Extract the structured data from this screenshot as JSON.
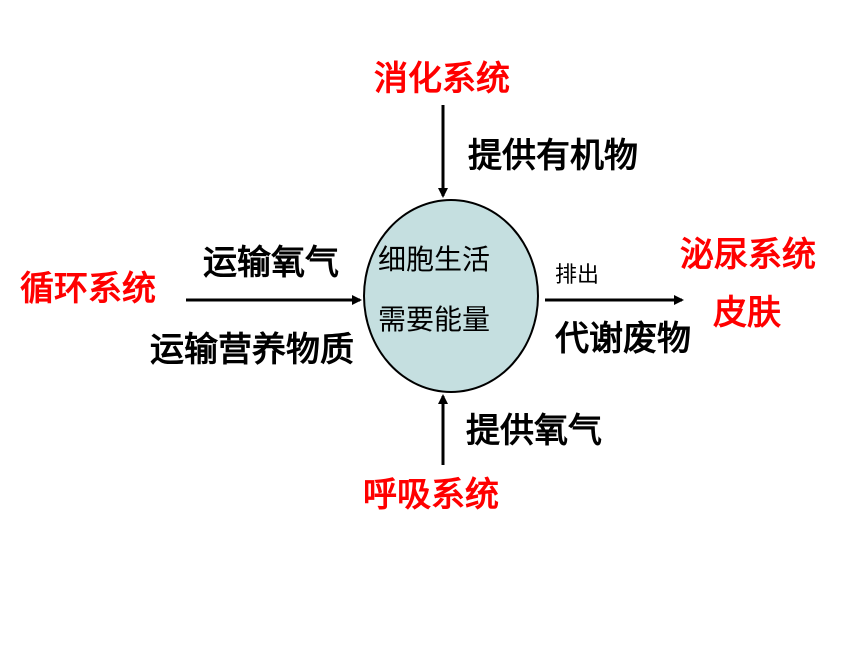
{
  "nodes": {
    "digestive": "消化系统",
    "circulatory": "循环系统",
    "urinary": "泌尿系统",
    "skin": "皮肤",
    "respiratory": "呼吸系统"
  },
  "cell": {
    "line1": "细胞生活",
    "line2": "需要能量"
  },
  "edges": {
    "from_digestive": "提供有机物",
    "from_circulatory_top": "运输氧气",
    "from_circulatory_bottom": "运输营养物质",
    "to_excretion_top": "排出",
    "to_excretion_bottom": "代谢废物",
    "from_respiratory": "提供氧气"
  },
  "colors": {
    "system": "#ff0000",
    "cell_fill": "#c5dfe0",
    "text": "#000000"
  }
}
